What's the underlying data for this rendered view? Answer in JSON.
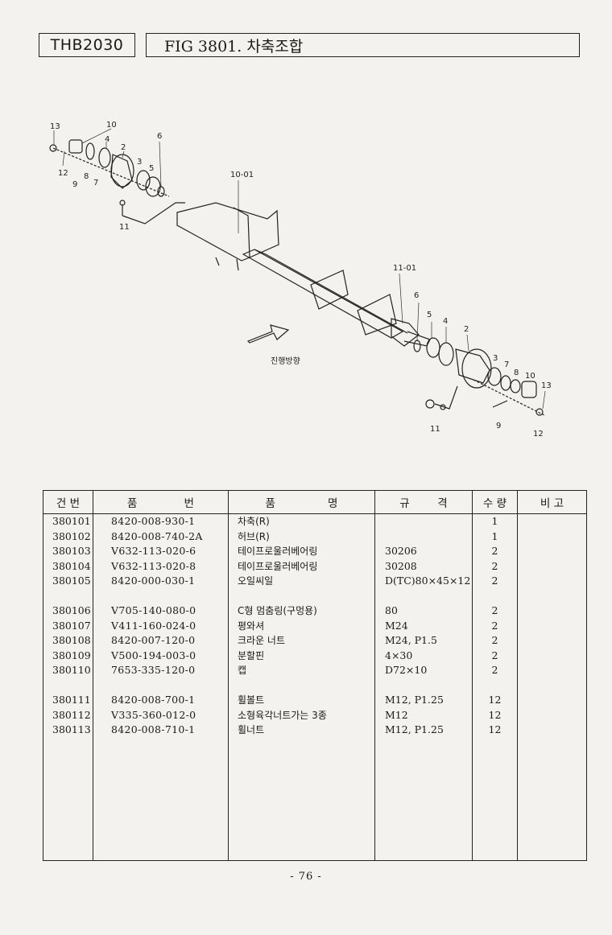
{
  "header": {
    "model": "THB2030",
    "figure_title": "FIG 3801. 차축조합"
  },
  "diagram": {
    "direction_label": "진행방향",
    "callouts": {
      "l13": "13",
      "l10": "10",
      "l4": "4",
      "l2": "2",
      "l6": "6",
      "l3": "3",
      "l5": "5",
      "l12": "12",
      "l8": "8",
      "l9": "9",
      "l7": "7",
      "l11": "11",
      "l1001": "10-01",
      "r1101": "11-01",
      "r6": "6",
      "r5": "5",
      "r4": "4",
      "r2": "2",
      "r3": "3",
      "r7": "7",
      "r8": "8",
      "r10": "10",
      "r13": "13",
      "r11": "11",
      "r9": "9",
      "r12": "12"
    }
  },
  "table": {
    "headers": {
      "no": "건 번",
      "part_number": [
        "품",
        "번"
      ],
      "part_name": [
        "품",
        "명"
      ],
      "spec": [
        "규",
        "격"
      ],
      "qty": "수 량",
      "remarks": "비 고"
    },
    "rows": [
      {
        "no": "380101",
        "part_number": "8420-008-930-1",
        "name": "차축(R)",
        "spec": "",
        "qty": "1"
      },
      {
        "no": "380102",
        "part_number": "8420-008-740-2A",
        "name": "허브(R)",
        "spec": "",
        "qty": "1"
      },
      {
        "no": "380103",
        "part_number": "V632-113-020-6",
        "name": "테이프로울러베어링",
        "spec": "30206",
        "qty": "2"
      },
      {
        "no": "380104",
        "part_number": "V632-113-020-8",
        "name": "테이프로울러베어링",
        "spec": "30208",
        "qty": "2"
      },
      {
        "no": "380105",
        "part_number": "8420-000-030-1",
        "name": "오일씨일",
        "spec": "D(TC)80×45×12",
        "qty": "2"
      },
      {
        "no": "380106",
        "part_number": "V705-140-080-0",
        "name": "C형 멈춤링(구멍용)",
        "spec": "80",
        "qty": "2"
      },
      {
        "no": "380107",
        "part_number": "V411-160-024-0",
        "name": "평와셔",
        "spec": "M24",
        "qty": "2"
      },
      {
        "no": "380108",
        "part_number": "8420-007-120-0",
        "name": "크라운 너트",
        "spec": "M24, P1.5",
        "qty": "2"
      },
      {
        "no": "380109",
        "part_number": "V500-194-003-0",
        "name": "분할핀",
        "spec": "4×30",
        "qty": "2"
      },
      {
        "no": "380110",
        "part_number": "7653-335-120-0",
        "name": "캡",
        "spec": "D72×10",
        "qty": "2"
      },
      {
        "no": "380111",
        "part_number": "8420-008-700-1",
        "name": "휠볼트",
        "spec": "M12, P1.25",
        "qty": "12"
      },
      {
        "no": "380112",
        "part_number": "V335-360-012-0",
        "name": "소형육각너트가는 3종",
        "spec": "M12",
        "qty": "12"
      },
      {
        "no": "380113",
        "part_number": "8420-008-710-1",
        "name": "휠너트",
        "spec": "M12, P1.25",
        "qty": "12"
      }
    ]
  },
  "footer": {
    "page": "- 76 -"
  }
}
